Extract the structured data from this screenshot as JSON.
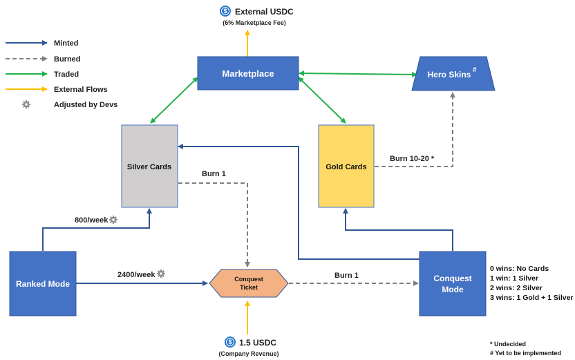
{
  "colors": {
    "minted": "#2F5597",
    "burned": "#7F7F7F",
    "traded": "#22B14C",
    "external": "#FFC000",
    "node_blue": "#4472C4",
    "silver": "#D0CECE",
    "gold": "#FFD966",
    "ticket": "#F4B183"
  },
  "legend": {
    "minted": "Minted",
    "burned": "Burned",
    "traded": "Traded",
    "external": "External Flows",
    "adjusted": "Adjusted by Devs"
  },
  "nodes": {
    "marketplace": "Marketplace",
    "hero_skins": "Hero Skins",
    "hero_skins_mark": "#",
    "silver_cards": "Silver Cards",
    "gold_cards": "Gold Cards",
    "ranked_mode": "Ranked Mode",
    "conquest_ticket_line1": "Conquest",
    "conquest_ticket_line2": "Ticket",
    "conquest_mode_line1": "Conquest",
    "conquest_mode_line2": "Mode"
  },
  "external_top": {
    "title": "External USDC",
    "subtitle": "(6% Marketplace Fee)"
  },
  "external_bottom": {
    "title": "1.5 USDC",
    "subtitle": "(Company Revenue)"
  },
  "edge_labels": {
    "burn_silver": "Burn 1",
    "burn_gold": "Burn 10-20 *",
    "silver_rate": "800/week",
    "ticket_rate": "2400/week",
    "burn_ticket": "Burn 1"
  },
  "rewards": [
    "0 wins: No Cards",
    "1 win: 1 Silver",
    "2 wins: 2 Silver",
    "3 wins: 1 Gold + 1 Silver"
  ],
  "footnotes": [
    "* Undecided",
    "# Yet to be implemented"
  ]
}
